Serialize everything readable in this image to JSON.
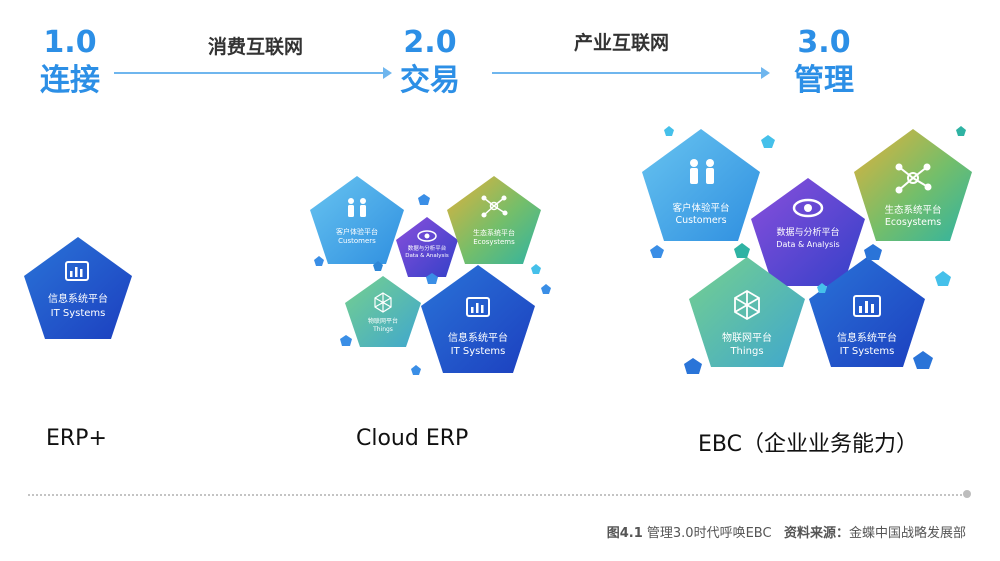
{
  "stages": [
    {
      "number": "1.0",
      "name": "连接"
    },
    {
      "number": "2.0",
      "name": "交易"
    },
    {
      "number": "3.0",
      "name": "管理"
    }
  ],
  "transitions": [
    "消费互联网",
    "产业互联网"
  ],
  "platforms": {
    "it": {
      "cn": "信息系统平台",
      "en": "IT Systems"
    },
    "customers": {
      "cn": "客户体验平台",
      "en": "Customers"
    },
    "data": {
      "cn": "数据与分析平台",
      "en": "Data & Analysis"
    },
    "eco": {
      "cn": "生态系统平台",
      "en": "Ecosystems"
    },
    "things": {
      "cn": "物联网平台",
      "en": "Things"
    }
  },
  "bottom_labels": [
    "ERP+",
    "Cloud ERP",
    "EBC（企业业务能力）"
  ],
  "caption": {
    "figure": "图4.1",
    "title": "管理3.0时代呼唤EBC",
    "source_label": "资料来源：",
    "source": "金蝶中国战略发展部"
  },
  "colors": {
    "accent": "#2c8fe6",
    "arrow": "#6fb6ee"
  }
}
